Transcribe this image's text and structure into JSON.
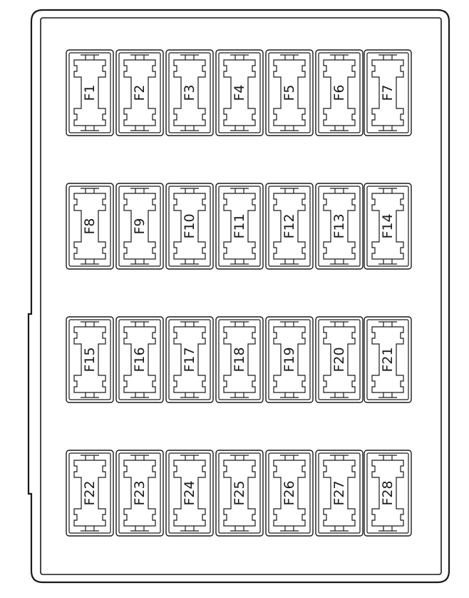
{
  "colors": {
    "line": "#1a1a1a",
    "background": "#ffffff",
    "fuse_fill": "#ffffff"
  },
  "fuse_box": {
    "rows": [
      [
        "F1",
        "F2",
        "F3",
        "F4",
        "F5",
        "F6",
        "F7"
      ],
      [
        "F8",
        "F9",
        "F10",
        "F11",
        "F12",
        "F13",
        "F14"
      ],
      [
        "F15",
        "F16",
        "F17",
        "F18",
        "F19",
        "F20",
        "F21"
      ],
      [
        "F22",
        "F23",
        "F24",
        "F25",
        "F26",
        "F27",
        "F28"
      ]
    ]
  }
}
